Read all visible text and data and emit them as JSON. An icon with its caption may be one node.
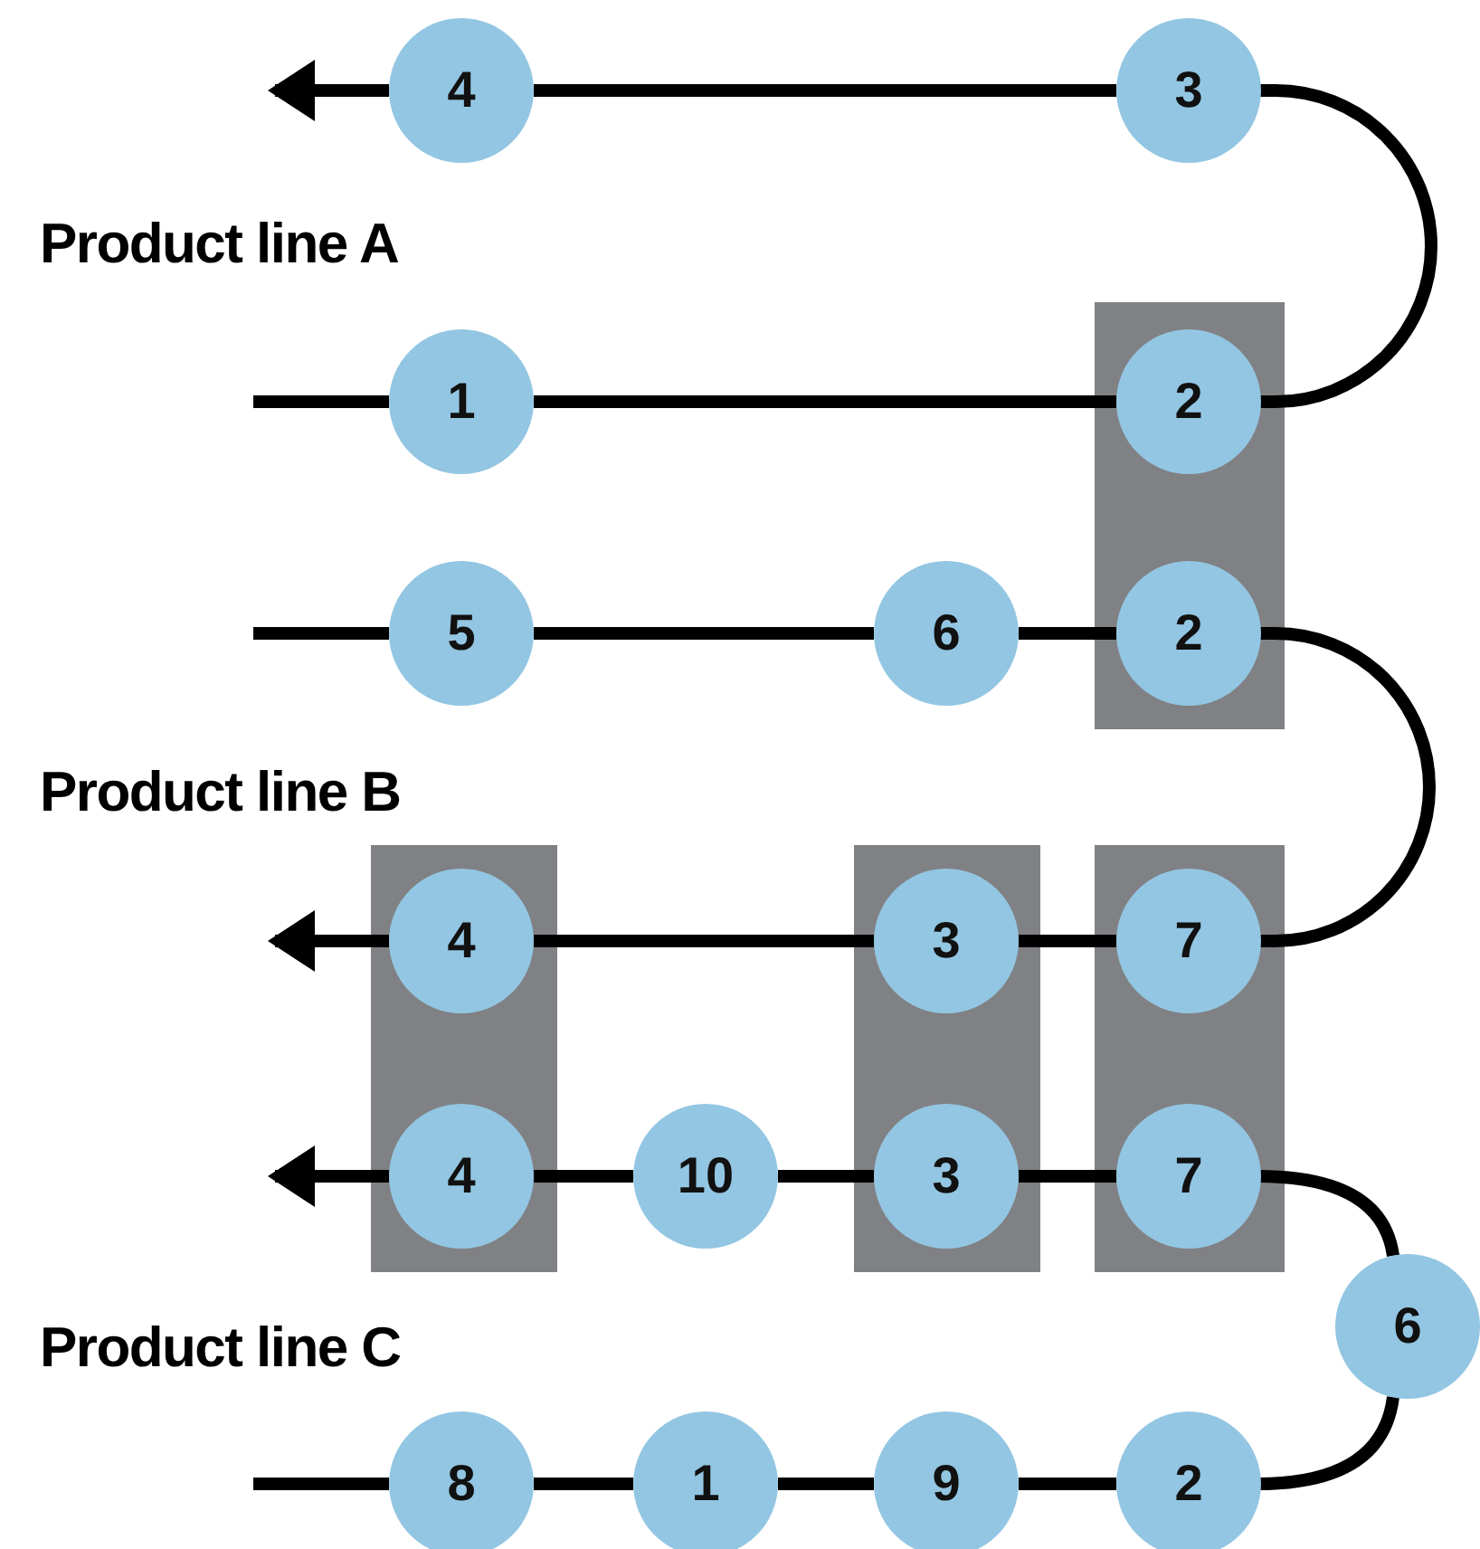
{
  "diagram": {
    "nodes": [
      {
        "text": [
          "4"
        ]
      },
      {
        "text": [
          "3"
        ]
      },
      {
        "text": [],
        "shape": "box"
      },
      {
        "text": [
          "1"
        ]
      },
      {
        "text": [
          "2"
        ],
        "in": 2
      },
      {
        "text": [
          "5"
        ]
      },
      {
        "text": [
          "6"
        ]
      },
      {
        "text": [
          "2"
        ],
        "in": 2
      },
      {
        "text": [],
        "shape": "box"
      },
      {
        "text": [],
        "shape": "box"
      },
      {
        "text": [],
        "shape": "box"
      },
      {
        "text": [
          "4"
        ],
        "in": 8
      },
      {
        "text": [
          "3"
        ],
        "in": 9
      },
      {
        "text": [
          "7"
        ],
        "in": 10
      },
      {
        "text": [
          "4"
        ],
        "in": 8
      },
      {
        "text": [
          "10"
        ]
      },
      {
        "text": [
          "3"
        ],
        "in": 9
      },
      {
        "text": [
          "7"
        ],
        "in": 10
      },
      {
        "text": [
          "6"
        ]
      },
      {
        "text": [
          "8"
        ]
      },
      {
        "text": [
          "1"
        ]
      },
      {
        "text": [
          "9"
        ]
      },
      {
        "text": [
          "2"
        ]
      }
    ],
    "edges": [
      {
        "from": null,
        "to": 3,
        "arrow": "none"
      },
      {
        "from": 3,
        "to": 4,
        "arrow": "none"
      },
      {
        "from": 4,
        "to": 1,
        "arrow": "none"
      },
      {
        "from": 1,
        "to": 0,
        "arrow": "none"
      },
      {
        "from": 0,
        "to": null,
        "arrow": "to"
      },
      {
        "from": null,
        "to": 5,
        "arrow": "none"
      },
      {
        "from": 5,
        "to": 6,
        "arrow": "none"
      },
      {
        "from": 6,
        "to": 7,
        "arrow": "none"
      },
      {
        "from": 7,
        "to": 13,
        "arrow": "none"
      },
      {
        "from": 13,
        "to": 12,
        "arrow": "none"
      },
      {
        "from": 12,
        "to": 11,
        "arrow": "none"
      },
      {
        "from": 11,
        "to": null,
        "arrow": "to"
      },
      {
        "from": null,
        "to": 19,
        "arrow": "none"
      },
      {
        "from": 19,
        "to": 20,
        "arrow": "none"
      },
      {
        "from": 20,
        "to": 21,
        "arrow": "none"
      },
      {
        "from": 21,
        "to": 22,
        "arrow": "none"
      },
      {
        "from": 22,
        "to": 18,
        "arrow": "none"
      },
      {
        "from": 18,
        "to": 17,
        "arrow": "none"
      },
      {
        "from": 17,
        "to": 16,
        "arrow": "none"
      },
      {
        "from": 16,
        "to": 15,
        "arrow": "none"
      },
      {
        "from": 15,
        "to": 14,
        "arrow": "none"
      },
      {
        "from": 14,
        "to": null,
        "arrow": "to"
      }
    ],
    "labels": [
      "Product line A",
      "Product line B",
      "Product line C"
    ]
  }
}
